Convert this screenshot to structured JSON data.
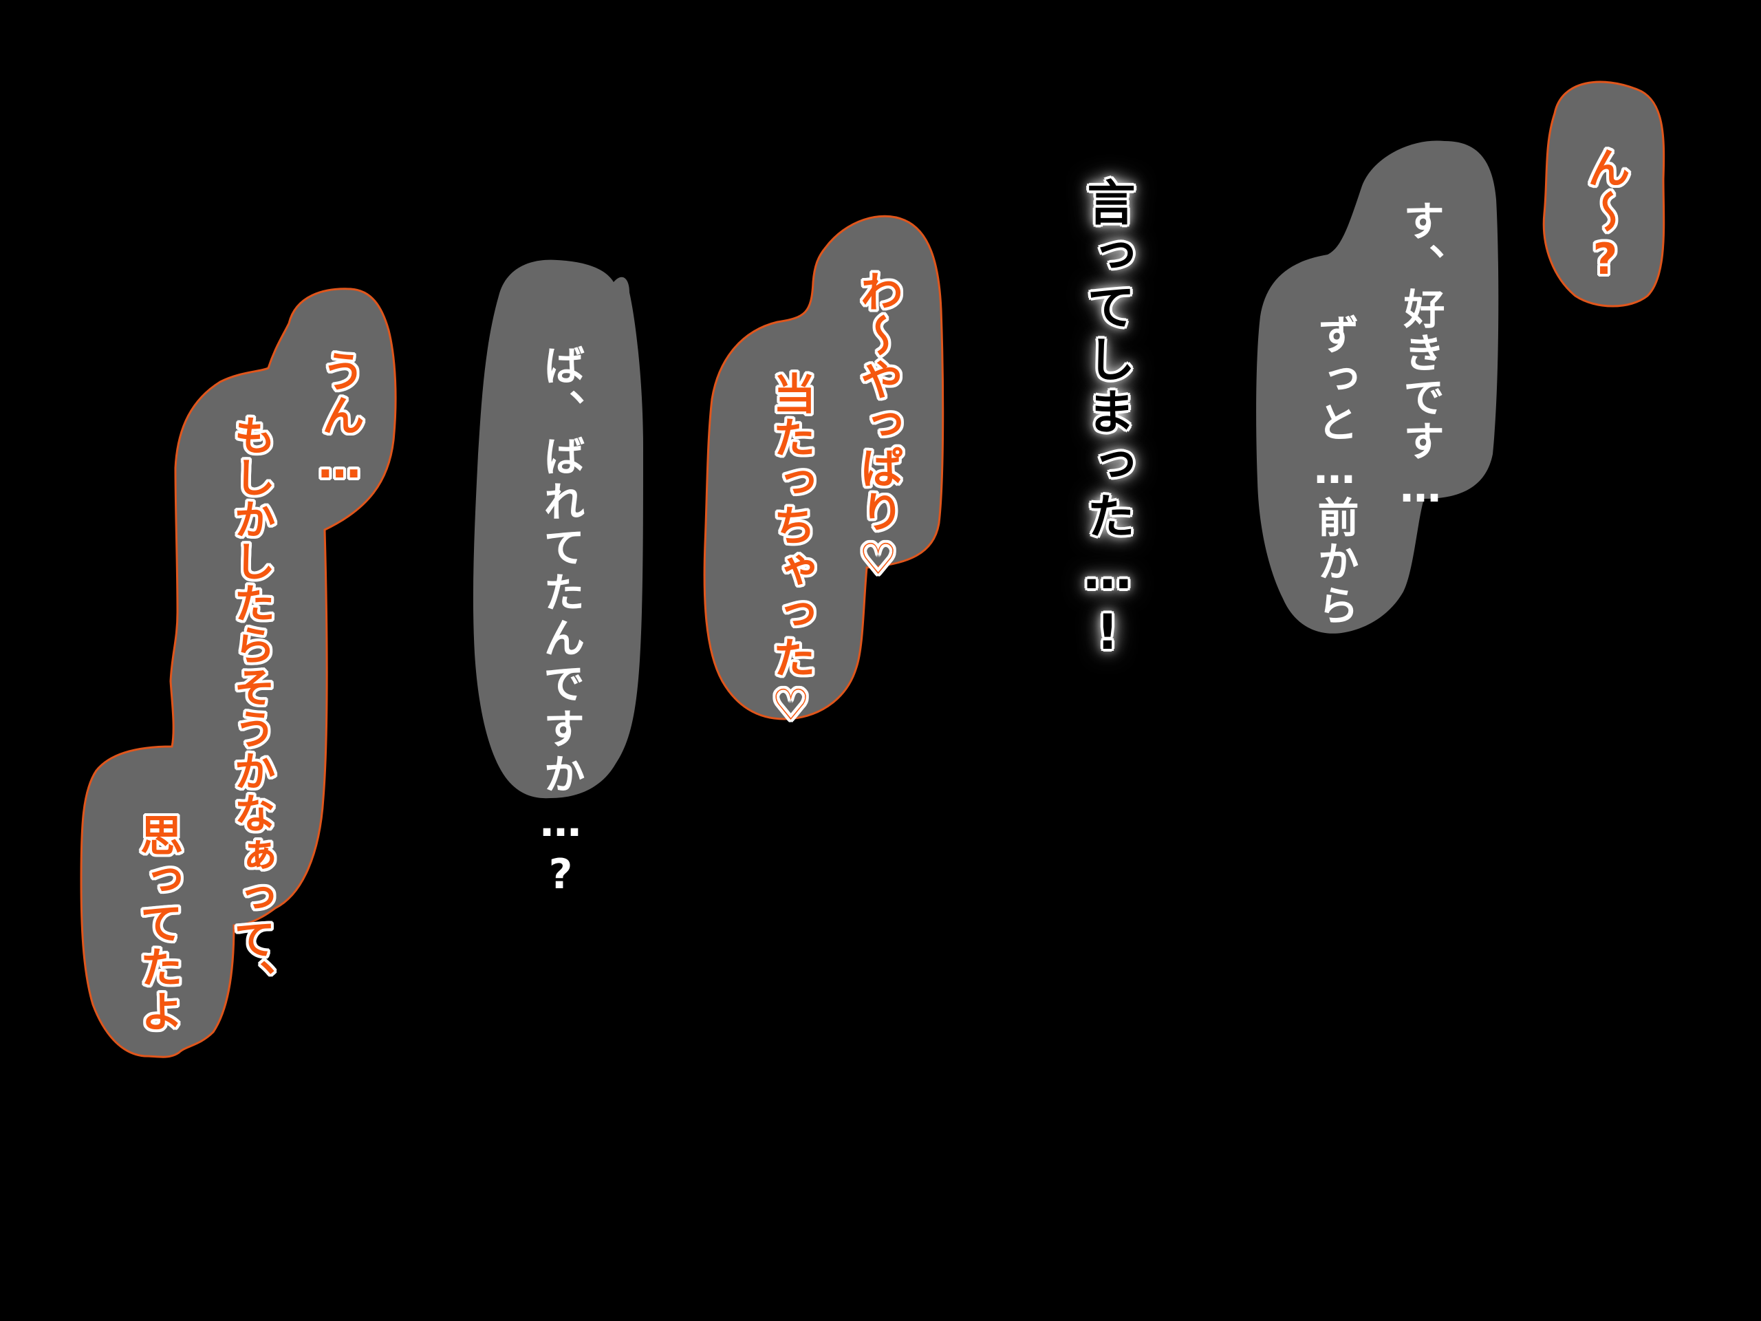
{
  "colors": {
    "background": "#000000",
    "bubble_fill": "#676767",
    "bubble_outline": "#e0561c",
    "orange_text": "#f5570f",
    "white_text": "#ffffff"
  },
  "lines": {
    "n_question": "ん〜?",
    "su_suki_desu": "す、好きです…",
    "zutto_mae_kara": "ずっと…前から",
    "itte_shimatta": "言ってしまった…!",
    "wa_yappari": "わ〜やっぱり♡",
    "atacchatta": "当たっちゃった♡",
    "ba_barete": "ば、ばれてたんですか…?",
    "un": "うん…",
    "moshikashitara": "もしかしたらそうかなぁって、",
    "omottetayo": "思ってたよ"
  }
}
